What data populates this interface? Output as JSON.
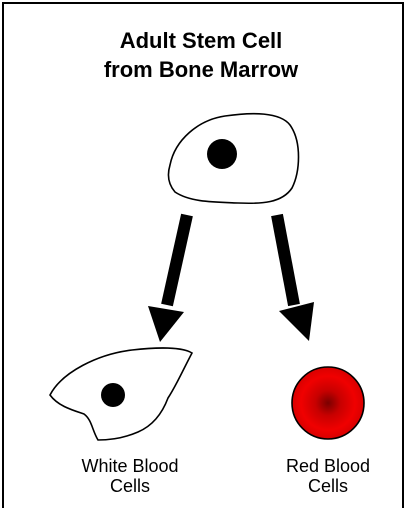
{
  "diagram": {
    "title_line1": "Adult Stem Cell",
    "title_line2": "from Bone Marrow",
    "white_label_line1": "White Blood",
    "white_label_line2": "Cells",
    "red_label_line1": "Red Blood",
    "red_label_line2": "Cells"
  },
  "colors": {
    "outline": "#000000",
    "red_cell": "#e00000",
    "red_cell_center": "#7a0000"
  }
}
